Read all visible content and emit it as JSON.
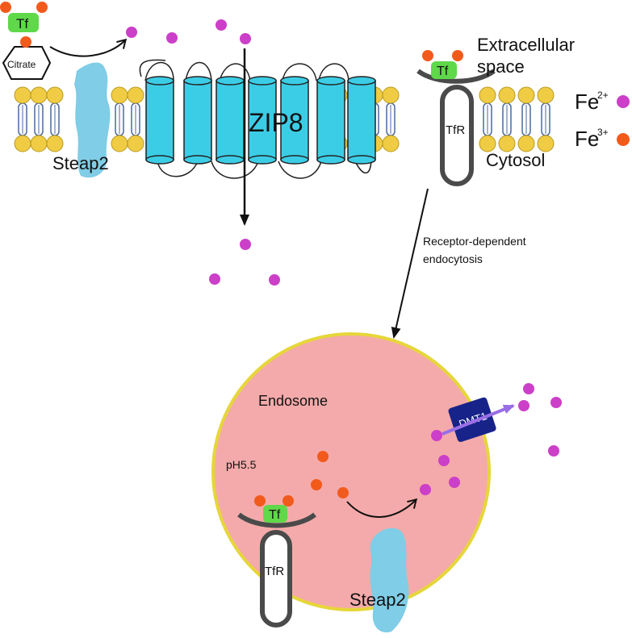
{
  "labels": {
    "tf": "Tf",
    "citrate": "Citrate",
    "steap2": "Steap2",
    "zip8": "ZIP8",
    "tfr": "TfR",
    "extracellular_line1": "Extracellular",
    "extracellular_line2": "space",
    "cytosol": "Cytosol",
    "receptor_line1": "Receptor-dependent",
    "receptor_line2": "endocytosis",
    "endosome": "Endosome",
    "ph": "pH5.5",
    "dmt1": "DMT1"
  },
  "legend": {
    "fe2_base": "Fe",
    "fe2_sup": "2+",
    "fe3_base": "Fe",
    "fe3_sup": "3+"
  },
  "colors": {
    "fe2": "#cc3fc8",
    "fe3": "#f25a1c",
    "tf": "#5fd84a",
    "steap2": "#7fcde6",
    "zip8": "#3ccde6",
    "lipid_head": "#f0cc44",
    "endosome_fill": "#f4aaaa",
    "endosome_border": "#e6d63a",
    "dmt1": "#18238a",
    "tfr_stroke": "#4a4a4a",
    "arrow": "#111111",
    "purple_arrow": "#9a6ee6"
  }
}
